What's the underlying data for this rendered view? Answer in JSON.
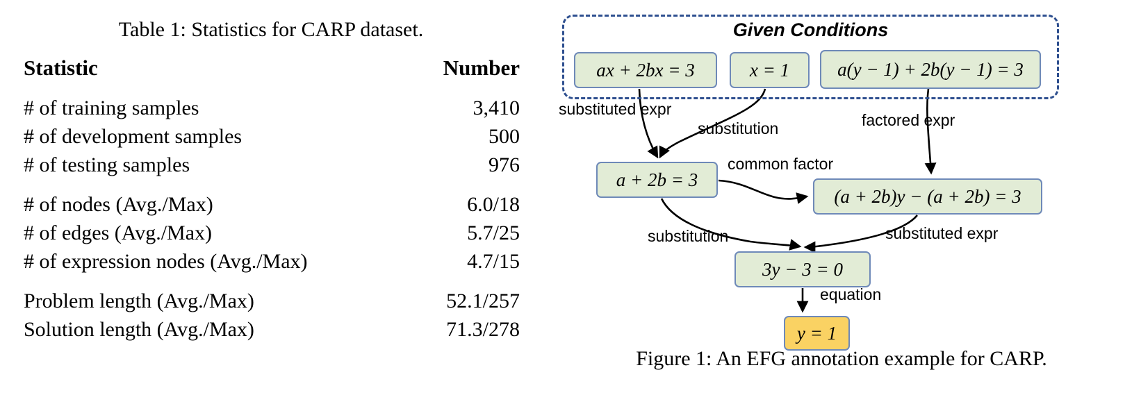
{
  "table": {
    "caption": "Table 1: Statistics for CARP dataset.",
    "columns": [
      "Statistic",
      "Number"
    ],
    "groups": [
      {
        "rows": [
          {
            "statistic": "# of training samples",
            "number": "3,410"
          },
          {
            "statistic": "# of development samples",
            "number": "500"
          },
          {
            "statistic": "# of testing samples",
            "number": "976"
          }
        ]
      },
      {
        "rows": [
          {
            "statistic": "# of nodes (Avg./Max)",
            "number": "6.0/18"
          },
          {
            "statistic": "# of edges (Avg./Max)",
            "number": "5.7/25"
          },
          {
            "statistic": "# of expression nodes (Avg./Max)",
            "number": "4.7/15"
          }
        ]
      },
      {
        "rows": [
          {
            "statistic": "Problem length (Avg./Max)",
            "number": "52.1/257"
          },
          {
            "statistic": "Solution length (Avg./Max)",
            "number": "71.3/278"
          }
        ]
      }
    ]
  },
  "figure": {
    "caption": "Figure 1: An EFG annotation example for CARP.",
    "given_conditions": {
      "title": "Given Conditions",
      "border_color": "#2e4f8f",
      "nodes": [
        {
          "id": "c1",
          "text": "ax + 2bx = 3"
        },
        {
          "id": "c2",
          "text": "x = 1"
        },
        {
          "id": "c3",
          "text": "a(y − 1) + 2b(y − 1) = 3"
        }
      ]
    },
    "derived_nodes": [
      {
        "id": "ab",
        "text": "a + 2b = 3",
        "color": "#e2ecd6"
      },
      {
        "id": "fac",
        "text": "(a + 2b)y − (a + 2b) = 3",
        "color": "#e2ecd6"
      },
      {
        "id": "3y",
        "text": "3y − 3 = 0",
        "color": "#e2ecd6"
      },
      {
        "id": "y1",
        "text": "y = 1",
        "color": "#fad263"
      }
    ],
    "edges": [
      {
        "id": "subexpr1",
        "label": "substituted expr",
        "from": "c1",
        "to": "ab"
      },
      {
        "id": "substit1",
        "label": "substitution",
        "from": "c2",
        "to": "ab"
      },
      {
        "id": "factored",
        "label": "factored expr",
        "from": "c3",
        "to": "fac"
      },
      {
        "id": "common",
        "label": "common factor",
        "from": "ab",
        "to": "fac"
      },
      {
        "id": "substit2",
        "label": "substitution",
        "from": "ab",
        "to": "3y"
      },
      {
        "id": "subexpr2",
        "label": "substituted expr",
        "from": "fac",
        "to": "3y"
      },
      {
        "id": "equation",
        "label": "equation",
        "from": "3y",
        "to": "y1"
      }
    ],
    "node_border_color": "#6e89b8"
  }
}
